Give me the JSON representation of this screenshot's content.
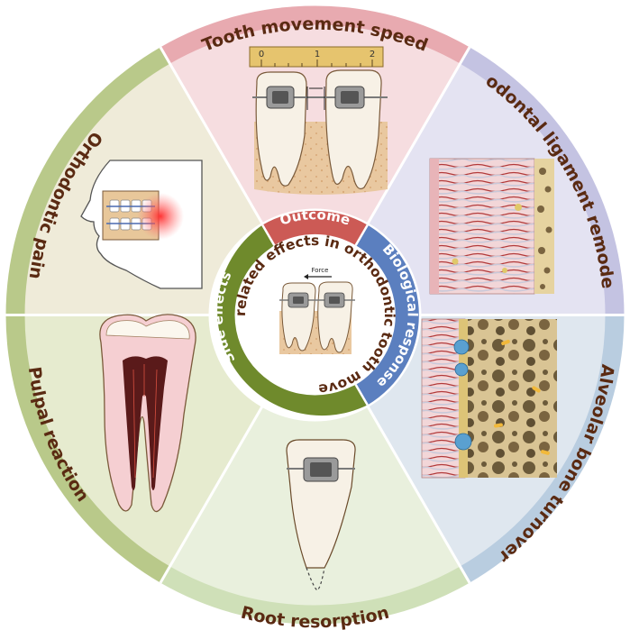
{
  "outer_labels": {
    "speed": "Tooth movement speed",
    "pdl": "Periodontal ligament remodeling",
    "bone": "Alveolar bone turnover",
    "root": "Root resorption",
    "pulp": "Pulpal reaction",
    "pain": "Orthodontic pain"
  },
  "inner_labels": {
    "outcome": "Outcome",
    "biological": "Biological response",
    "side": "Side effects"
  },
  "center": {
    "title": "Age-related effects in orthodontic tooth movement",
    "force": "Force"
  },
  "ruler_ticks": [
    "0",
    "1",
    "2"
  ],
  "colors": {
    "speed_band": "#e8aab0",
    "speed_fill": "#f6dde0",
    "pdl_band": "#c4c3e2",
    "pdl_fill": "#e4e3f2",
    "bone_band": "#b9cde0",
    "bone_fill": "#dfe7ef",
    "root_band": "#cfe0b8",
    "root_fill": "#e9f0dd",
    "pulp_band": "#b9c98a",
    "pulp_fill": "#e6ebcf",
    "pain_band": "#b9c98a",
    "pain_fill": "#efebd9",
    "outcome": "#cc5a55",
    "biological": "#5b7fbf",
    "side": "#6f8a2c"
  }
}
